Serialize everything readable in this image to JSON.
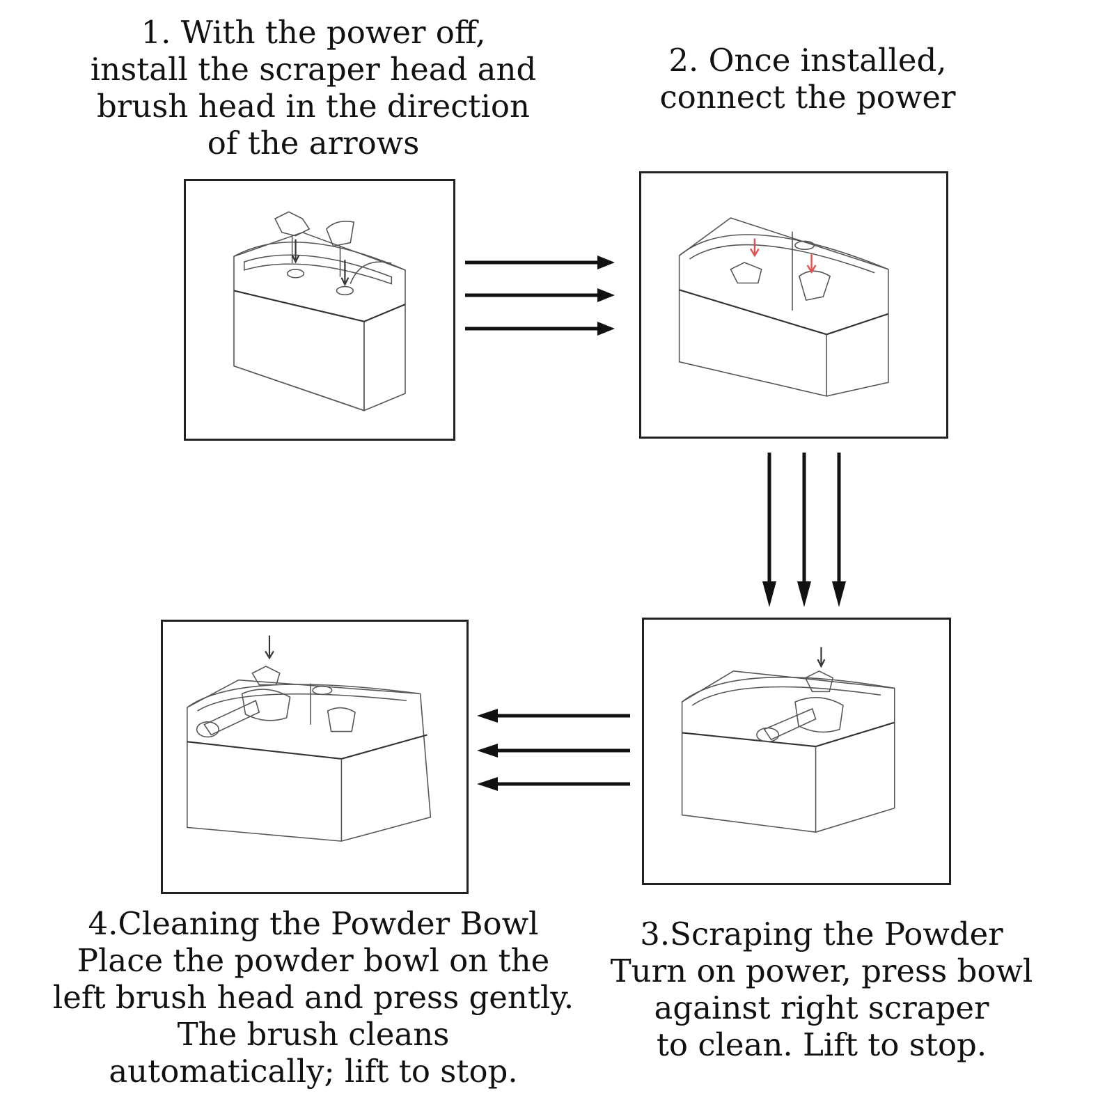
{
  "steps": [
    {
      "caption": "1. With the power off,\ninstall the scraper head and\nbrush head in the direction\nof the arrows"
    },
    {
      "caption": "2. Once installed,\nconnect the power"
    },
    {
      "caption": "3.Scraping the Powder\nTurn on power, press bowl\nagainst right scraper\nto clean. Lift to stop."
    },
    {
      "caption": "4.Cleaning the Powder Bowl\nPlace the powder bowl on the\nleft brush head and press gently.\nThe brush cleans\nautomatically; lift to stop."
    }
  ],
  "colors": {
    "line": "#111111",
    "accent": "#e05050",
    "device": "#555555"
  }
}
